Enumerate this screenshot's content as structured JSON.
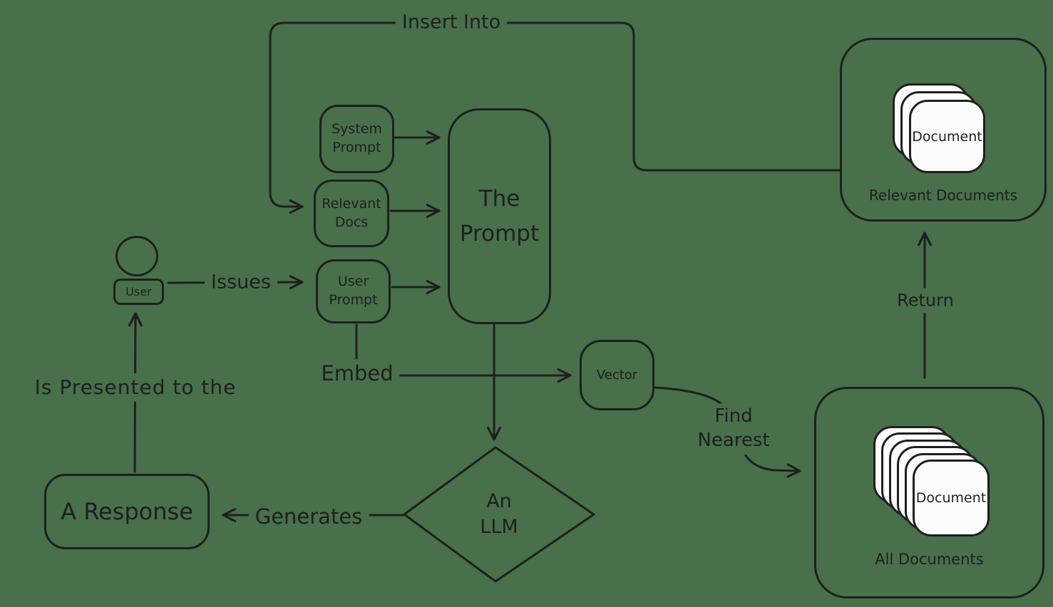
{
  "diagram": {
    "background_color": "#48704b",
    "stroke_color": "#1f1f1f",
    "nodes": {
      "user": "User",
      "system_prompt": "System\nPrompt",
      "relevant_docs": "Relevant\nDocs",
      "user_prompt": "User\nPrompt",
      "the_prompt": "The\nPrompt",
      "vector": "Vector",
      "llm": "An\nLLM",
      "a_response": "A Response",
      "relevant_documents_group": "Relevant Documents",
      "all_documents_group": "All Documents",
      "relevant_document_card": "Document",
      "all_document_card": "Document"
    },
    "edges": {
      "insert_into": "Insert Into",
      "issues": "Issues",
      "embed": "Embed",
      "find_nearest": "Find\nNearest",
      "return": "Return",
      "generates": "Generates",
      "is_presented": "Is Presented to the"
    }
  }
}
